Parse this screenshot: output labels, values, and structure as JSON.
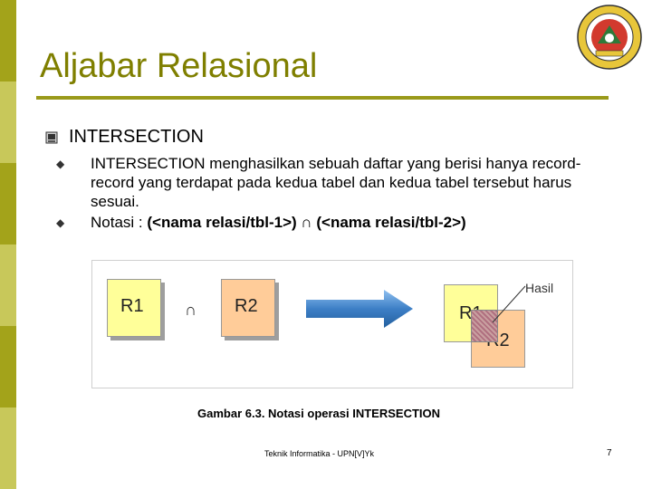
{
  "slide": {
    "title": "Aljabar Relasional",
    "bullet": "INTERSECTION",
    "subbullets": [
      {
        "parts": [
          {
            "text": "INTERSECTION menghasilkan sebuah daftar yang berisi hanya record-record yang terdapat pada kedua tabel dan kedua tabel tersebut harus sesuai."
          }
        ]
      },
      {
        "prefix": "Notasi : ",
        "bold_a": "(<nama relasi/tbl-1>)",
        "symbol": " ∩ ",
        "bold_b": "(<nama relasi/tbl-2>)"
      }
    ]
  },
  "diagram": {
    "left_r1": "R1",
    "op_symbol": "∩",
    "left_r2": "R2",
    "result_r1": "R1",
    "result_r2": "R2",
    "result_label": "Hasil"
  },
  "caption": "Gambar 6.3. Notasi operasi INTERSECTION",
  "footer": "Teknik Informatika - UPN[V]Yk",
  "page_number": "7",
  "colors": {
    "sidebar_a": "#a3a31a",
    "sidebar_b": "#c8c85a",
    "title": "#7f7f00",
    "arrow": "#4a86c8"
  },
  "icons": {
    "bullet": "square-check-icon",
    "sub_bullet": "diamond-icon",
    "logo": "university-seal-icon"
  }
}
